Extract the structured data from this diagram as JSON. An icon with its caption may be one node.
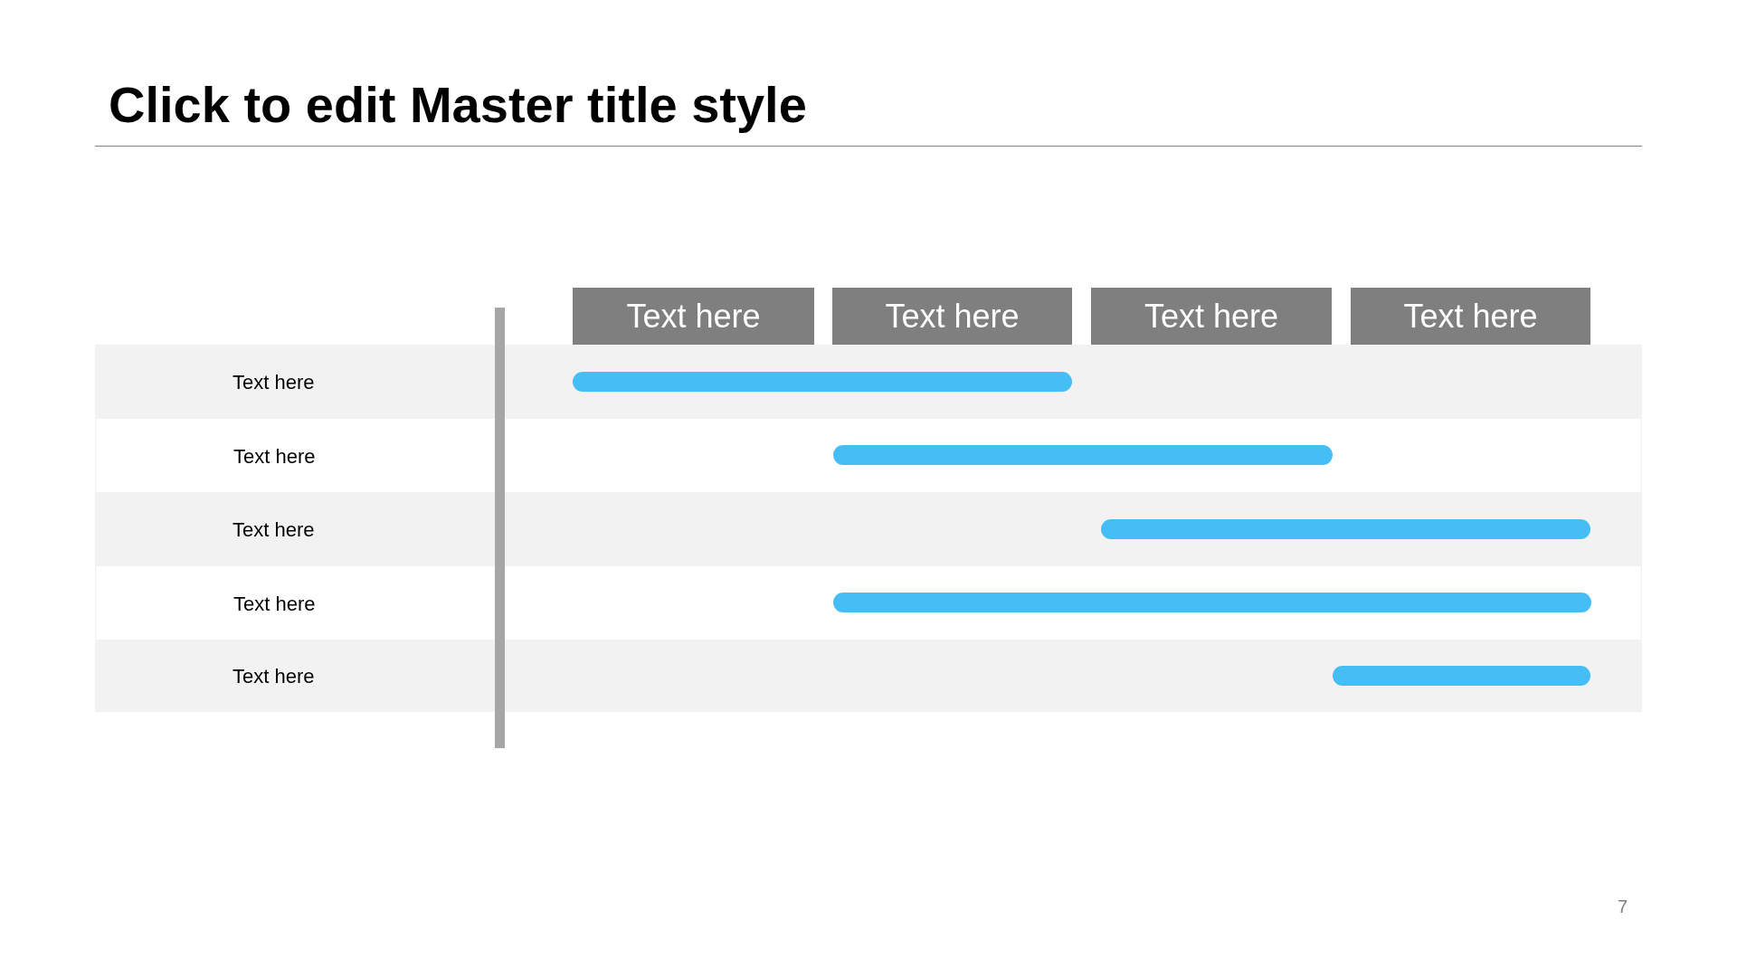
{
  "diagram": {
    "title": "Click to edit Master title style",
    "nodes": [
      {
        "text": [
          "Text here"
        ]
      },
      {
        "text": [
          "Text here"
        ]
      },
      {
        "text": [
          "Text here"
        ]
      },
      {
        "text": [
          "Text here"
        ]
      },
      {
        "text": [
          "Text here"
        ]
      },
      {
        "text": [
          "Text here"
        ]
      },
      {
        "text": [
          "Text here"
        ]
      },
      {
        "text": [
          "Text here"
        ]
      },
      {
        "text": [
          "Text here"
        ]
      },
      {
        "text": [],
        "shape": "bar",
        "in": 4
      },
      {
        "text": [],
        "shape": "bar",
        "in": 5
      },
      {
        "text": [],
        "shape": "bar",
        "in": 6
      },
      {
        "text": [],
        "shape": "bar",
        "in": 7
      },
      {
        "text": [],
        "shape": "bar",
        "in": 8
      }
    ],
    "labels": [
      "7"
    ]
  }
}
